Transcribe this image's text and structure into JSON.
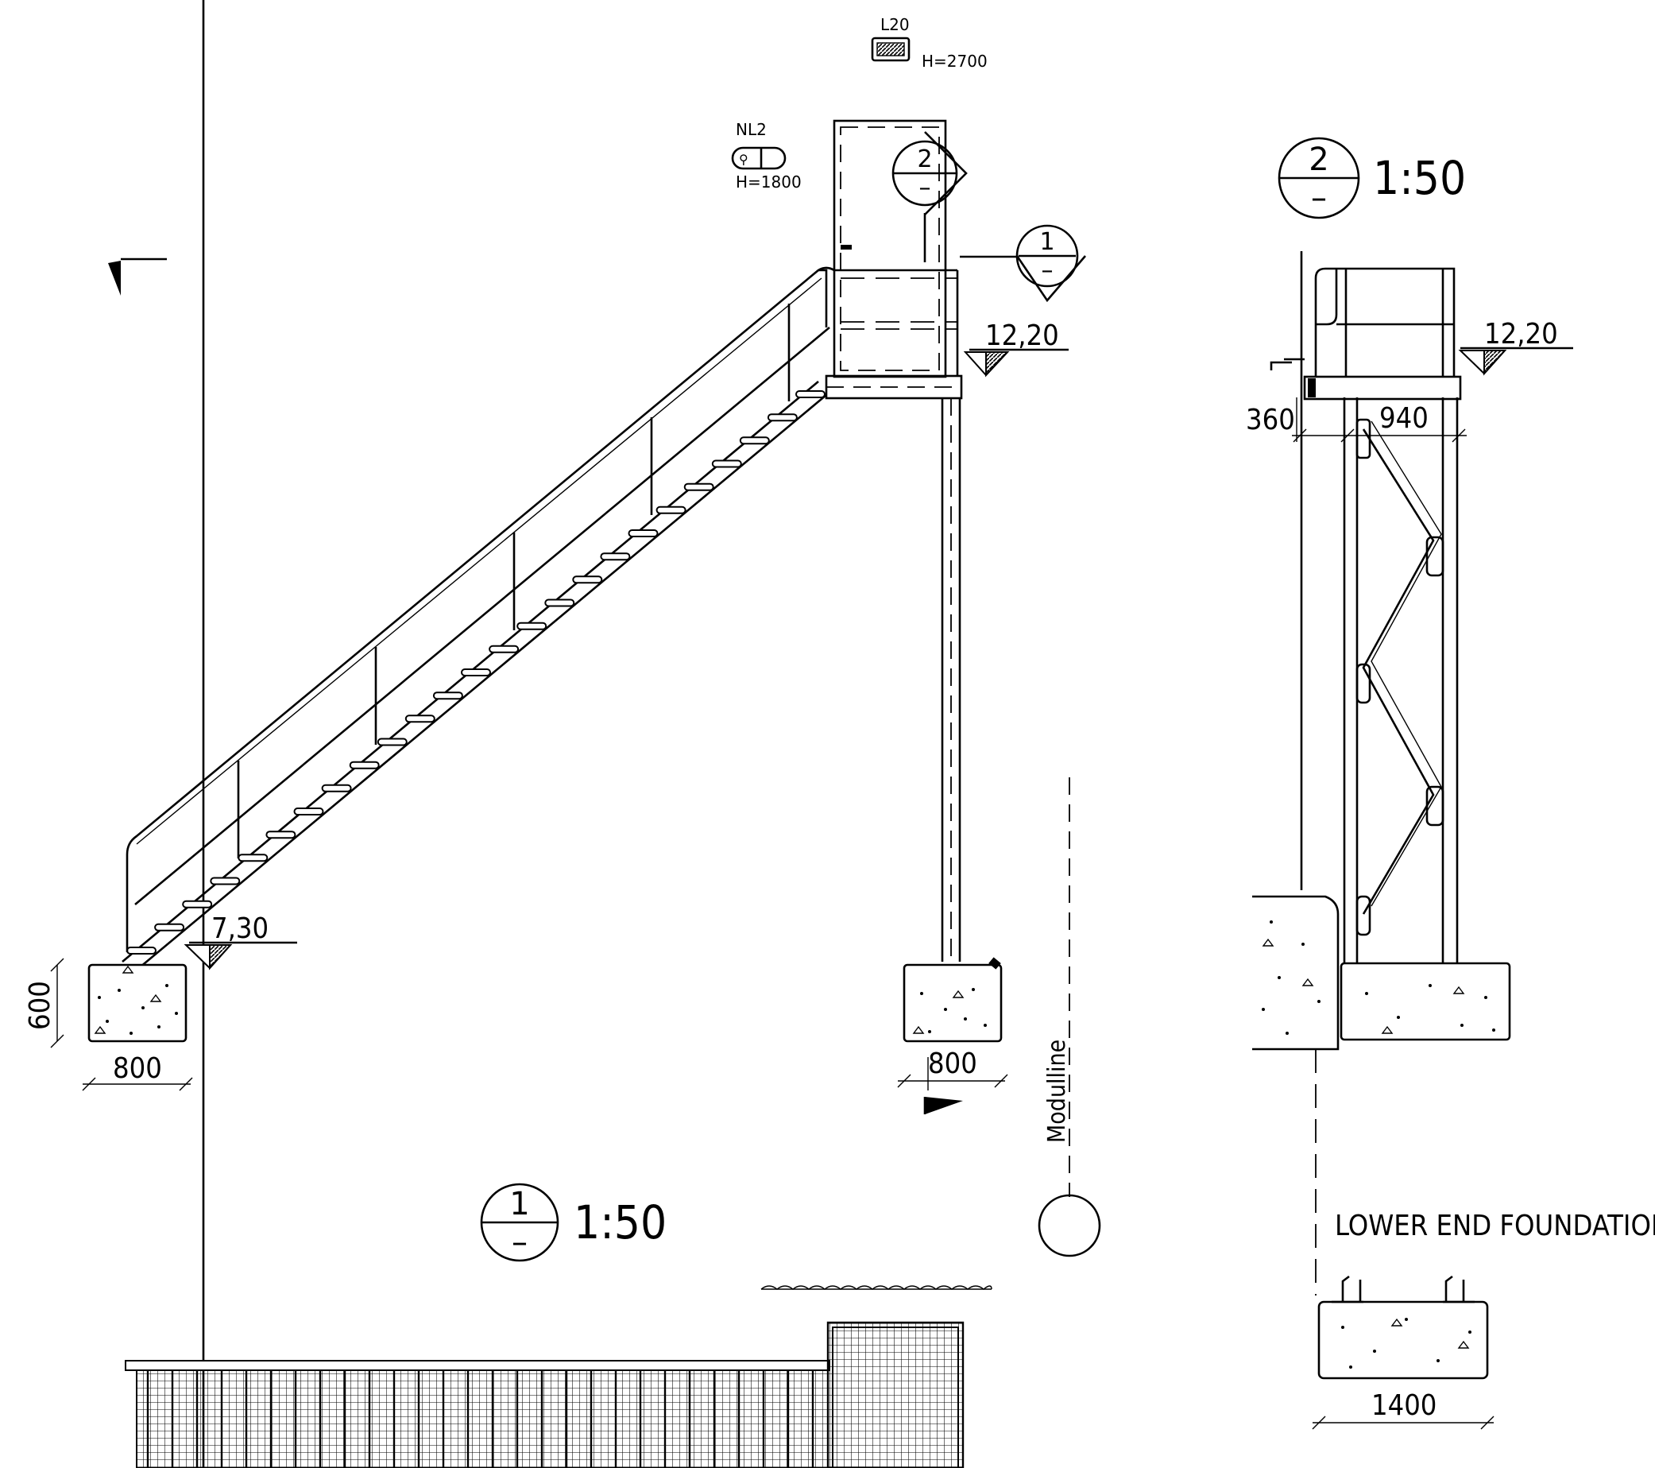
{
  "view1": {
    "section_marker": "1",
    "section_sub": "–",
    "scale": "1:50",
    "level_top": "12,20",
    "level_bottom": "7,30",
    "dim_foundation_height": "600",
    "dim_foundation_left_width": "800",
    "dim_foundation_right_width": "800",
    "cut_marker_1": "1",
    "cut_marker_1_sub": "–",
    "cut_marker_2": "2",
    "cut_marker_2_sub": "–",
    "grid_label": "Modulline"
  },
  "view2": {
    "section_marker": "2",
    "section_sub": "–",
    "scale": "1:50",
    "level_top": "12,20",
    "dim_offset": "360",
    "dim_width": "940"
  },
  "foundation": {
    "title": "LOWER END FOUNDATION",
    "dim_width": "1400"
  },
  "tags": {
    "window_code": "L20",
    "window_height": "H=2700",
    "light_code": "NL2",
    "light_height": "H=1800"
  }
}
